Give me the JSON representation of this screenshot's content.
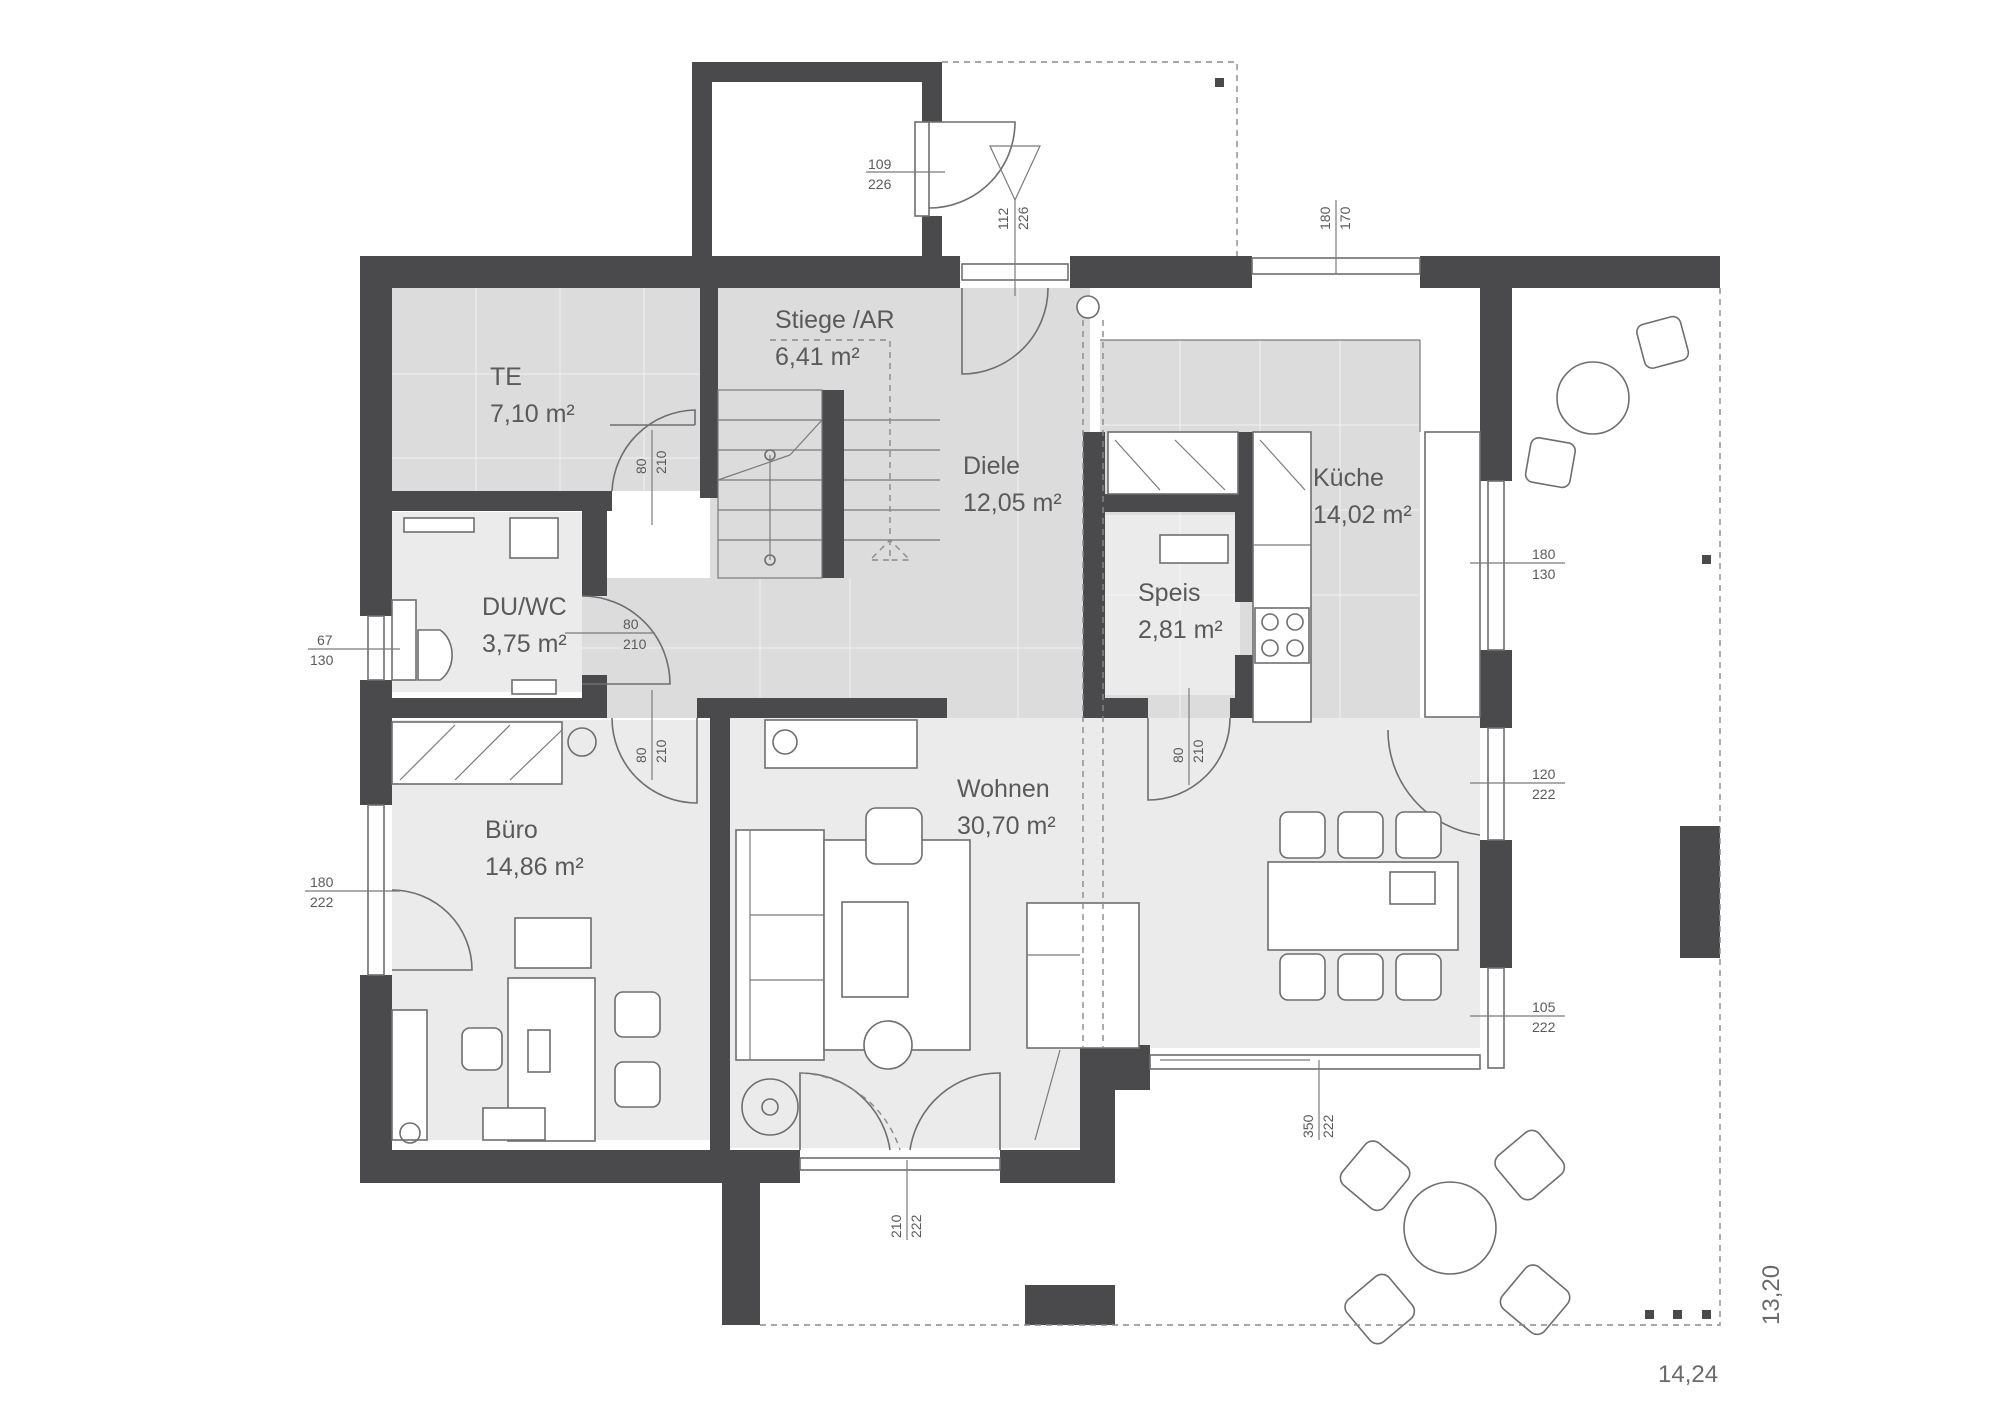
{
  "rooms": [
    {
      "name": "TE",
      "area": "7,10 m²"
    },
    {
      "name": "Stiege /AR",
      "area": "6,41 m²"
    },
    {
      "name": "Diele",
      "area": "12,05 m²"
    },
    {
      "name": "Küche",
      "area": "14,02 m²"
    },
    {
      "name": "DU/WC",
      "area": "3,75 m²"
    },
    {
      "name": "Speis",
      "area": "2,81 m²"
    },
    {
      "name": "Wohnen",
      "area": "30,70 m²"
    },
    {
      "name": "Büro",
      "area": "14,86 m²"
    }
  ],
  "openings": [
    {
      "top": "109",
      "bottom": "226"
    },
    {
      "top": "112",
      "bottom": "226"
    },
    {
      "top": "180",
      "bottom": "170"
    },
    {
      "top": "80",
      "bottom": "210"
    },
    {
      "top": "80",
      "bottom": "210"
    },
    {
      "top": "67",
      "bottom": "130"
    },
    {
      "top": "80",
      "bottom": "210"
    },
    {
      "top": "80",
      "bottom": "210"
    },
    {
      "top": "180",
      "bottom": "130"
    },
    {
      "top": "120",
      "bottom": "222"
    },
    {
      "top": "180",
      "bottom": "222"
    },
    {
      "top": "105",
      "bottom": "222"
    },
    {
      "top": "350",
      "bottom": "222"
    },
    {
      "top": "210",
      "bottom": "222"
    }
  ],
  "overall": {
    "width": "14,24",
    "depth": "13,20"
  },
  "colors": {
    "wall": "#4a4a4d",
    "tile": "#dcdcdc",
    "living_floor": "#ebebeb"
  }
}
